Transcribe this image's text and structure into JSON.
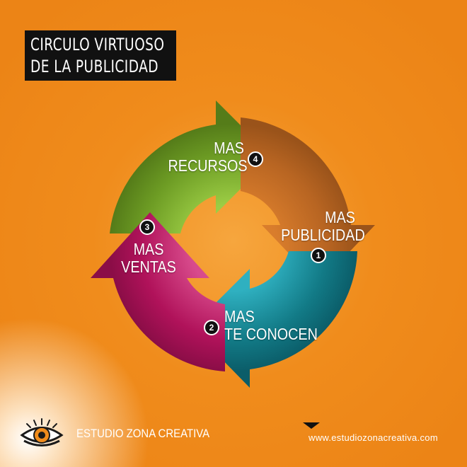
{
  "title": {
    "line1": "CIRCULO VIRTUOSO",
    "line2": "DE LA PUBLICIDAD"
  },
  "steps": [
    {
      "number": "1",
      "line1": "MAS",
      "line2": "PUBLICIDAD",
      "color": "#b86522"
    },
    {
      "number": "2",
      "line1": "MAS",
      "line2": "TE CONOCEN",
      "color": "#127a86"
    },
    {
      "number": "3",
      "line1": "MAS",
      "line2": "VENTAS",
      "color": "#b0125a"
    },
    {
      "number": "4",
      "line1": "MAS",
      "line2": "RECURSOS",
      "color": "#5d8d1c"
    }
  ],
  "footer": {
    "brand": "ESTUDIO ZONA CREATIVA",
    "url": "www.estudiozonacreativa.com"
  },
  "colors": {
    "background": "#ec8416",
    "title_box": "#111111",
    "badge": "#111111",
    "text": "#ffffff"
  },
  "icons": {
    "logo": "eye-icon",
    "url_marker": "triangle-down-icon"
  }
}
